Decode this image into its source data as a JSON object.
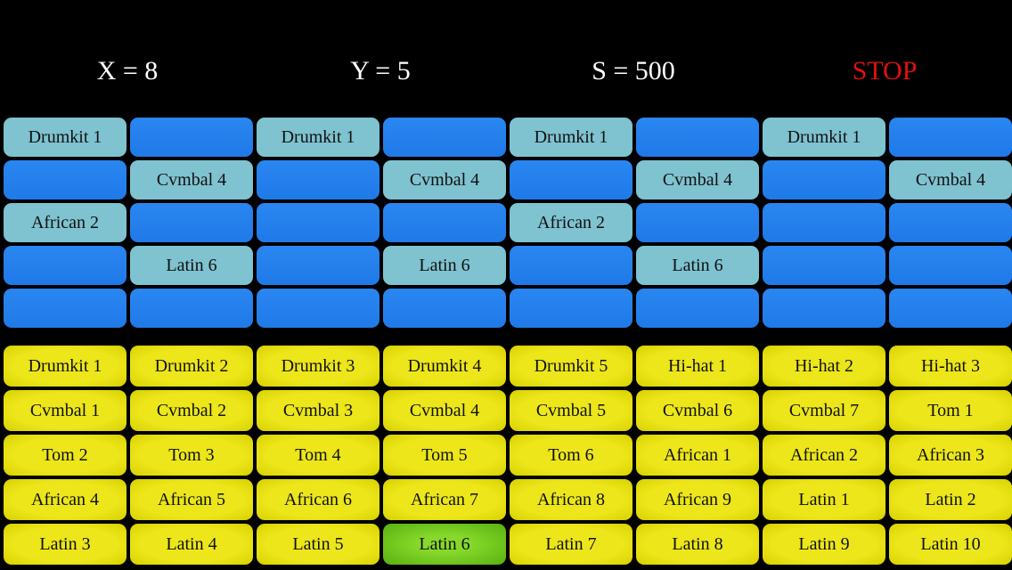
{
  "header": {
    "x_label": "X = 8",
    "y_label": "Y = 5",
    "s_label": "S = 500",
    "stop_label": "STOP"
  },
  "sequencer": [
    [
      "Drumkit 1",
      "",
      "Drumkit 1",
      "",
      "Drumkit 1",
      "",
      "Drumkit 1",
      ""
    ],
    [
      "",
      "Cvmbal 4",
      "",
      "Cvmbal 4",
      "",
      "Cvmbal 4",
      "",
      "Cvmbal 4"
    ],
    [
      "African 2",
      "",
      "",
      "",
      "African 2",
      "",
      "",
      ""
    ],
    [
      "",
      "Latin 6",
      "",
      "Latin 6",
      "",
      "Latin 6",
      "",
      ""
    ],
    [
      "",
      "",
      "",
      "",
      "",
      "",
      "",
      ""
    ]
  ],
  "pads": [
    [
      "Drumkit 1",
      "Drumkit 2",
      "Drumkit 3",
      "Drumkit 4",
      "Drumkit 5",
      "Hi-hat 1",
      "Hi-hat 2",
      "Hi-hat 3"
    ],
    [
      "Cvmbal 1",
      "Cvmbal 2",
      "Cvmbal 3",
      "Cvmbal 4",
      "Cvmbal 5",
      "Cvmbal 6",
      "Cvmbal 7",
      "Tom 1"
    ],
    [
      "Tom 2",
      "Tom 3",
      "Tom 4",
      "Tom 5",
      "Tom 6",
      "African 1",
      "African 2",
      "African 3"
    ],
    [
      "African 4",
      "African 5",
      "African 6",
      "African 7",
      "African 8",
      "African 9",
      "Latin 1",
      "Latin 2"
    ],
    [
      "Latin 3",
      "Latin 4",
      "Latin 5",
      "Latin 6",
      "Latin 7",
      "Latin 8",
      "Latin 9",
      "Latin 10"
    ]
  ],
  "active_pad": "Latin 6",
  "colors": {
    "seq_off": "#1f7ae8",
    "seq_on": "#7fc2d0",
    "pad": "#ece61a",
    "pad_active": "#6cc41e",
    "stop": "#e01010"
  }
}
